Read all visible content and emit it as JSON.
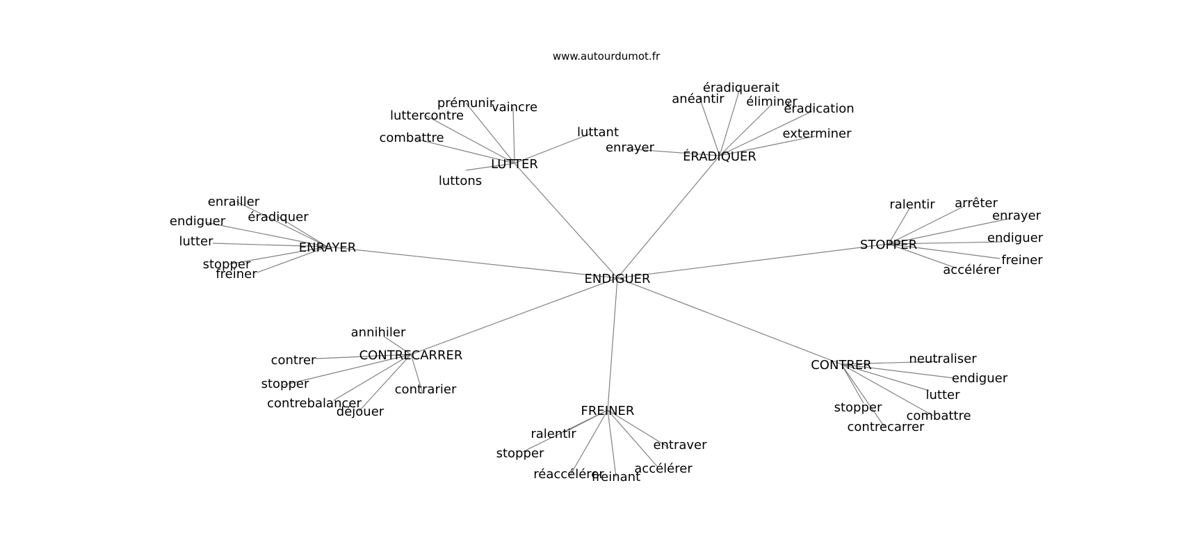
{
  "source_label": "www.autourdumot.fr",
  "edge_color": "#808080",
  "graph": {
    "center": "ENDIGUER",
    "clusters": [
      {
        "hub": "LUTTER",
        "leaves": [
          "prémunir",
          "vaincre",
          "luttercontre",
          "combattre",
          "luttant",
          "luttons"
        ]
      },
      {
        "hub": "ÉRADIQUER",
        "leaves": [
          "éradiquerait",
          "anéantir",
          "éliminer",
          "éradication",
          "exterminer",
          "enrayer"
        ]
      },
      {
        "hub": "ENRAYER",
        "leaves": [
          "enrailler",
          "éradiquer",
          "endiguer",
          "lutter",
          "stopper",
          "freiner"
        ]
      },
      {
        "hub": "STOPPER",
        "leaves": [
          "ralentir",
          "arrêter",
          "enrayer",
          "endiguer",
          "freiner",
          "accélérer"
        ]
      },
      {
        "hub": "CONTRECARRER",
        "leaves": [
          "annihiler",
          "contrer",
          "stopper",
          "contrebalancer",
          "déjouer",
          "contrarier"
        ]
      },
      {
        "hub": "FREINER",
        "leaves": [
          "ralentir",
          "stopper",
          "réaccélérer",
          "freinant",
          "entraver",
          "accélérer"
        ]
      },
      {
        "hub": "CONTRER",
        "leaves": [
          "neutraliser",
          "endiguer",
          "lutter",
          "combattre",
          "stopper",
          "contrecarrer"
        ]
      }
    ]
  }
}
